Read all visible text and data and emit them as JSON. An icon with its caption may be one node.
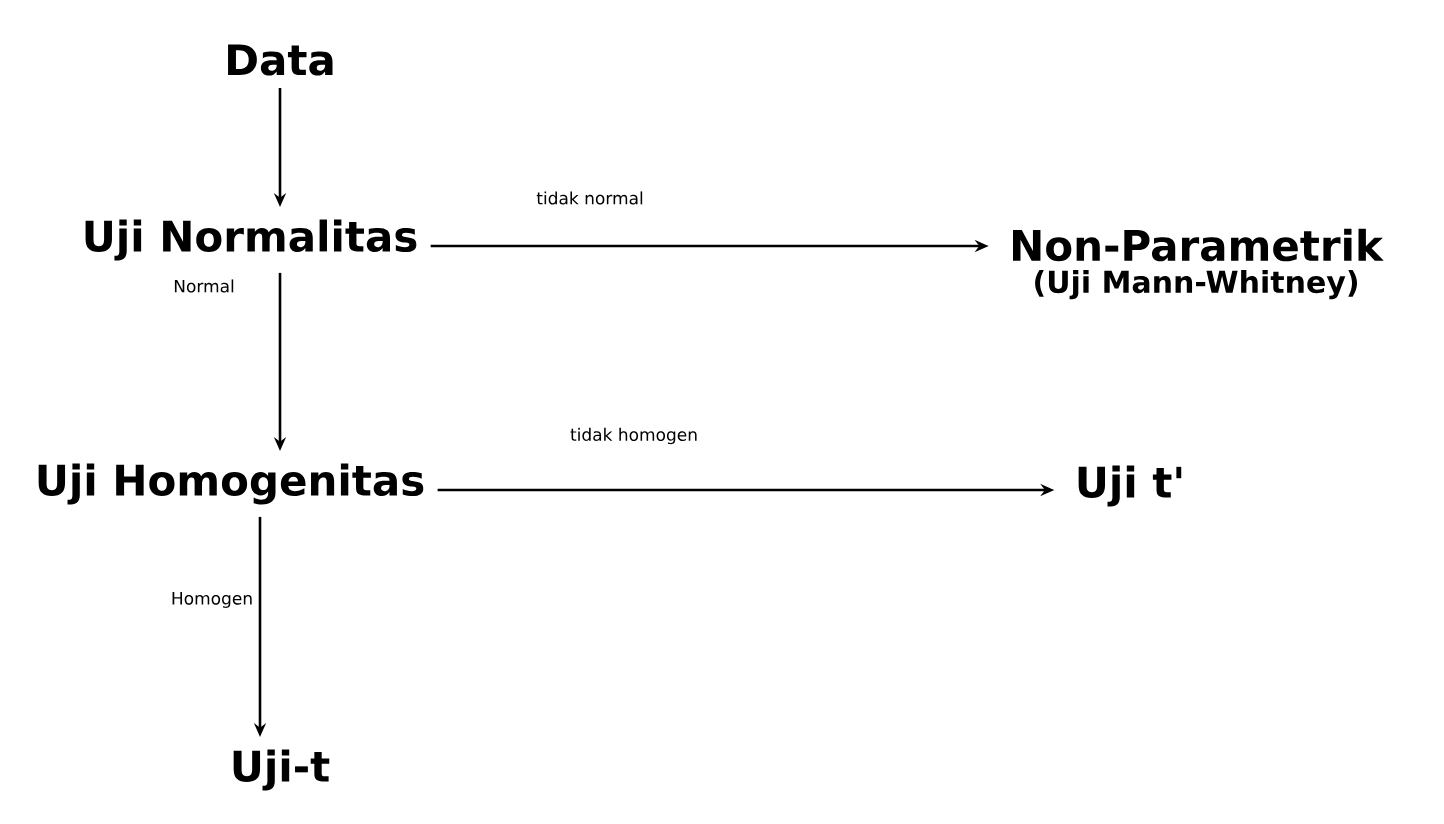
{
  "diagram": {
    "nodes": [
      {
        "text": [
          "Data"
        ]
      },
      {
        "text": [
          "Uji Normalitas"
        ]
      },
      {
        "text": [
          "Non-Parametrik",
          "(Uji Mann-Whitney)"
        ]
      },
      {
        "text": [
          "Uji Homogenitas"
        ]
      },
      {
        "text": [
          "Uji t'"
        ]
      },
      {
        "text": [
          "Uji-t"
        ]
      }
    ],
    "edges": [
      {
        "from": 0,
        "to": 1,
        "arrow": "to"
      },
      {
        "from": 1,
        "to": 2,
        "arrow": "to",
        "label": "tidak normal"
      },
      {
        "from": 1,
        "to": 3,
        "arrow": "to",
        "label": "Normal"
      },
      {
        "from": 3,
        "to": 4,
        "arrow": "to",
        "label": "tidak homogen"
      },
      {
        "from": 3,
        "to": 5,
        "arrow": "to",
        "label": "Homogen"
      }
    ]
  }
}
